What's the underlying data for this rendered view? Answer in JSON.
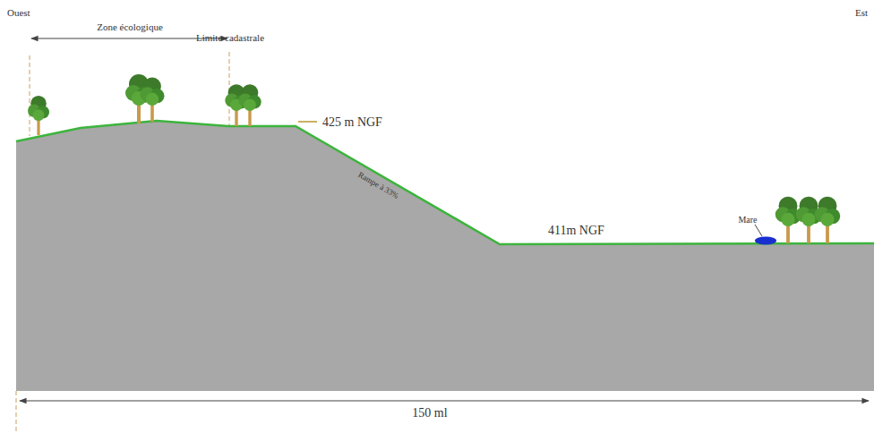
{
  "diagram": {
    "labels": [
      "Ouest",
      "Est",
      "Zone écologique",
      "Limite cadastrale",
      "425 m NGF",
      "Rampe à 33%",
      "411m NGF",
      "Mare",
      "150 ml"
    ]
  }
}
